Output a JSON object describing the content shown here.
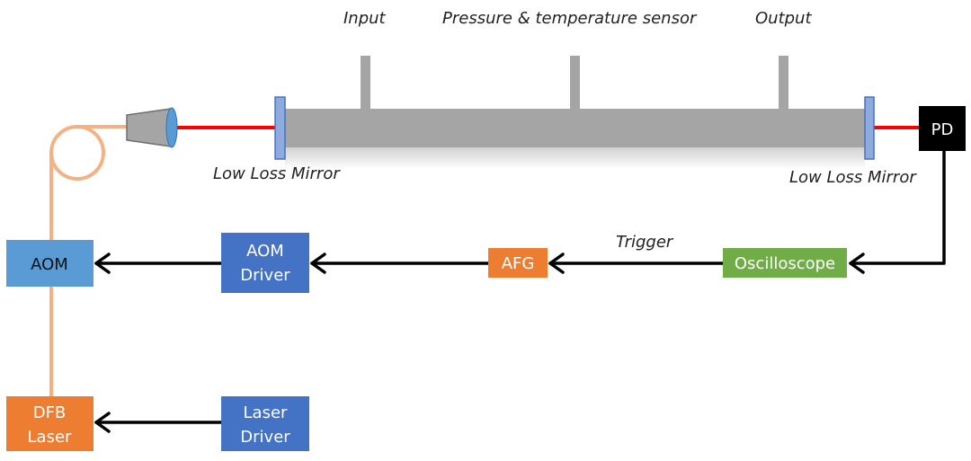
{
  "labels": {
    "input": "Input",
    "sensor": "Pressure & temperature sensor",
    "output": "Output",
    "mirror_left": "Low Loss Mirror",
    "mirror_right": "Low Loss Mirror",
    "trigger": "Trigger"
  },
  "boxes": {
    "pd": {
      "line1": "PD"
    },
    "aom": {
      "line1": "AOM"
    },
    "aom_driver": {
      "line1": "AOM",
      "line2": "Driver"
    },
    "afg": {
      "line1": "AFG"
    },
    "oscilloscope": {
      "line1": "Oscilloscope"
    },
    "dfb_laser": {
      "line1": "DFB",
      "line2": "Laser"
    },
    "laser_driver": {
      "line1": "Laser",
      "line2": "Driver"
    }
  },
  "colors": {
    "cavity": "#a5a5a5",
    "mirror": "#8faadc",
    "mirror_border": "#4472c4",
    "beam": "#ff0000",
    "fiber": "#f4b183",
    "aom": "#5b9bd5",
    "driver_blue": "#4472c4",
    "orange": "#ed7d31",
    "green": "#70ad47",
    "pd": "#000000",
    "lens": "#5b9bd5",
    "collimator": "#a5a5a5"
  }
}
